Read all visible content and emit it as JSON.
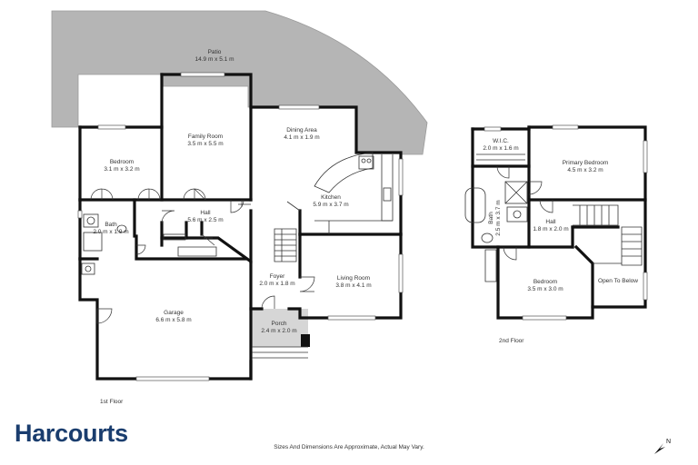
{
  "floors": [
    {
      "label": "1st Floor"
    },
    {
      "label": "2nd Floor"
    }
  ],
  "rooms": {
    "patio": {
      "name": "Patio",
      "dims": "14.9 m x 5.1 m"
    },
    "family_room": {
      "name": "Family Room",
      "dims": "3.5 m x 5.5 m"
    },
    "dining_area": {
      "name": "Dining Area",
      "dims": "4.1 m x 1.9 m"
    },
    "bedroom_1": {
      "name": "Bedroom",
      "dims": "3.1 m x 3.2 m"
    },
    "kitchen": {
      "name": "Kitchen",
      "dims": "5.9 m x 3.7 m"
    },
    "bath_1": {
      "name": "Bath",
      "dims": "2.0 m x 1.9 m"
    },
    "hall_1": {
      "name": "Hall",
      "dims": "5.6 m x 2.5 m"
    },
    "foyer": {
      "name": "Foyer",
      "dims": "2.0 m x 1.8 m"
    },
    "living_room": {
      "name": "Living Room",
      "dims": "3.8 m x 4.1 m"
    },
    "garage": {
      "name": "Garage",
      "dims": "6.6 m x 5.8 m"
    },
    "porch": {
      "name": "Porch",
      "dims": "2.4 m x 2.0 m"
    },
    "wic": {
      "name": "W.I.C.",
      "dims": "2.0 m x 1.6 m"
    },
    "primary_bedroom": {
      "name": "Primary Bedroom",
      "dims": "4.5 m x 3.2 m"
    },
    "bath_2": {
      "name": "Bath",
      "dims": "2.5 m x 3.7 m"
    },
    "hall_2": {
      "name": "Hall",
      "dims": "1.8 m x 2.0 m"
    },
    "bedroom_2": {
      "name": "Bedroom",
      "dims": "3.5 m x 3.0 m"
    },
    "open_to_below": {
      "name": "Open To Below"
    }
  },
  "brand": {
    "name": "Harcourts"
  },
  "disclaimer": "Sizes And Dimensions Are Approximate, Actual May Vary.",
  "compass": {
    "letter": "N"
  },
  "colors": {
    "patio_fill": "#b5b5b5",
    "porch_fill": "#d6d6d6",
    "wall": "#111111",
    "brand": "#1a3d6e"
  }
}
